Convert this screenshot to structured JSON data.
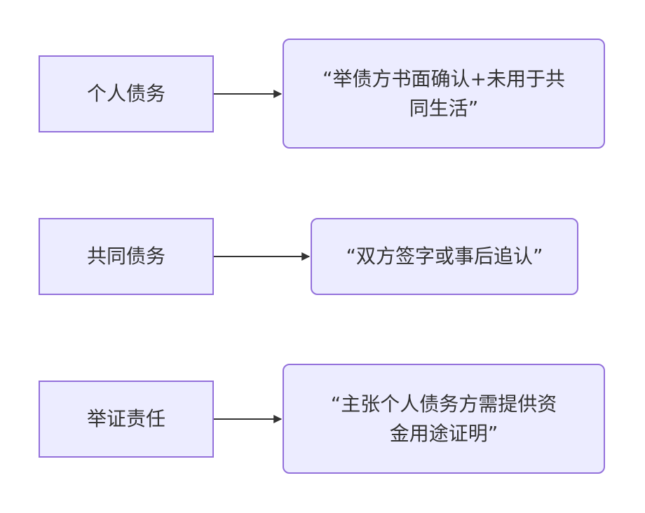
{
  "diagram": {
    "rows": [
      {
        "source": "个人债务",
        "target": "“举债方书面确认+未用于共\n同生活”"
      },
      {
        "source": "共同债务",
        "target": "“双方签字或事后追认”"
      },
      {
        "source": "举证责任",
        "target": "“主张个人债务方需提供资\n金用途证明”"
      }
    ],
    "colors": {
      "node_fill": "#ECECFF",
      "node_border": "#9370DB",
      "edge": "#333333",
      "text": "#333333"
    }
  }
}
